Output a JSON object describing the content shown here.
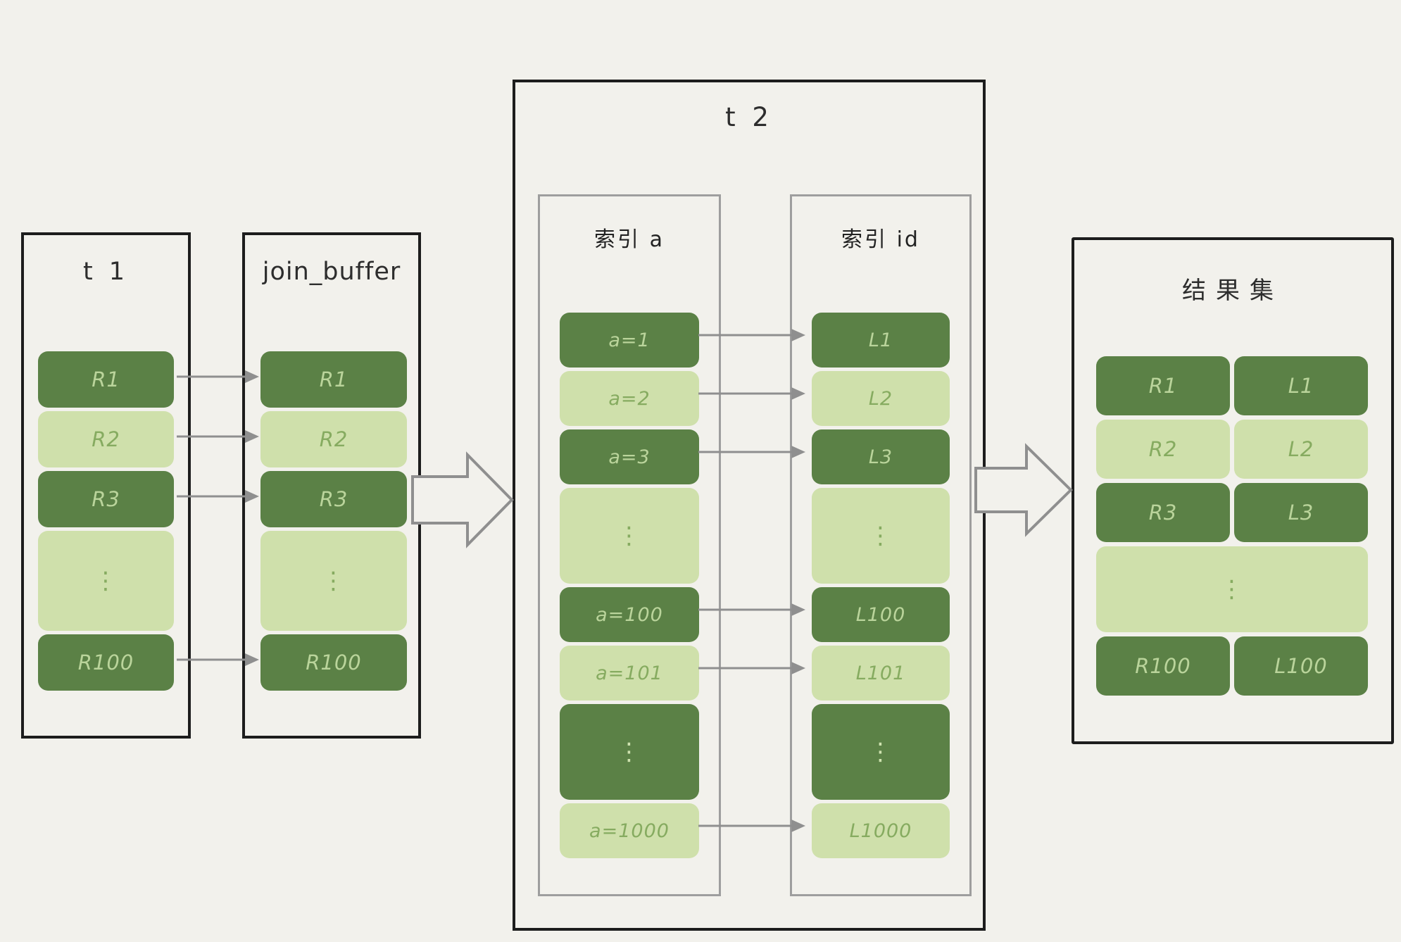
{
  "diagram": {
    "colors": {
      "background": "#f2f1ec",
      "dark_green": "#5b8146",
      "light_green": "#cfe0ab",
      "text_on_dark": "#bad49b",
      "text_on_light": "#86ab60",
      "outer_border": "#1d1d1d",
      "inner_border": "#9e9e9e",
      "arrow_gray": "#8f8f8f",
      "title_text": "#2d2d2d"
    },
    "t1": {
      "title": "t 1",
      "rows": [
        {
          "label": "R1",
          "tone": "dark"
        },
        {
          "label": "R2",
          "tone": "light"
        },
        {
          "label": "R3",
          "tone": "dark"
        },
        {
          "label": "⋮",
          "tone": "light",
          "dots": true
        },
        {
          "label": "R100",
          "tone": "dark"
        }
      ]
    },
    "join_buffer": {
      "title": "join_buffer",
      "rows": [
        {
          "label": "R1",
          "tone": "dark"
        },
        {
          "label": "R2",
          "tone": "light"
        },
        {
          "label": "R3",
          "tone": "dark"
        },
        {
          "label": "⋮",
          "tone": "light",
          "dots": true
        },
        {
          "label": "R100",
          "tone": "dark"
        }
      ]
    },
    "t2": {
      "title": "t 2",
      "index_a": {
        "title": "索引 a",
        "rows": [
          {
            "label": "a=1",
            "tone": "dark"
          },
          {
            "label": "a=2",
            "tone": "light"
          },
          {
            "label": "a=3",
            "tone": "dark"
          },
          {
            "label": "⋮",
            "tone": "light",
            "dots": true
          },
          {
            "label": "a=100",
            "tone": "dark"
          },
          {
            "label": "a=101",
            "tone": "light"
          },
          {
            "label": "⋮",
            "tone": "dark",
            "dots": true
          },
          {
            "label": "a=1000",
            "tone": "light"
          }
        ]
      },
      "index_id": {
        "title": "索引 id",
        "rows": [
          {
            "label": "L1",
            "tone": "dark"
          },
          {
            "label": "L2",
            "tone": "light"
          },
          {
            "label": "L3",
            "tone": "dark"
          },
          {
            "label": "⋮",
            "tone": "light",
            "dots": true
          },
          {
            "label": "L100",
            "tone": "dark"
          },
          {
            "label": "L101",
            "tone": "light"
          },
          {
            "label": "⋮",
            "tone": "dark",
            "dots": true
          },
          {
            "label": "L1000",
            "tone": "light"
          }
        ]
      }
    },
    "result": {
      "title": "结果集",
      "rows": [
        {
          "cells": [
            "R1",
            "L1"
          ],
          "tone": "dark"
        },
        {
          "cells": [
            "R2",
            "L2"
          ],
          "tone": "light"
        },
        {
          "cells": [
            "R3",
            "L3"
          ],
          "tone": "dark"
        },
        {
          "label": "⋮",
          "tone": "light",
          "dots": true
        },
        {
          "cells": [
            "R100",
            "L100"
          ],
          "tone": "dark"
        }
      ]
    }
  }
}
